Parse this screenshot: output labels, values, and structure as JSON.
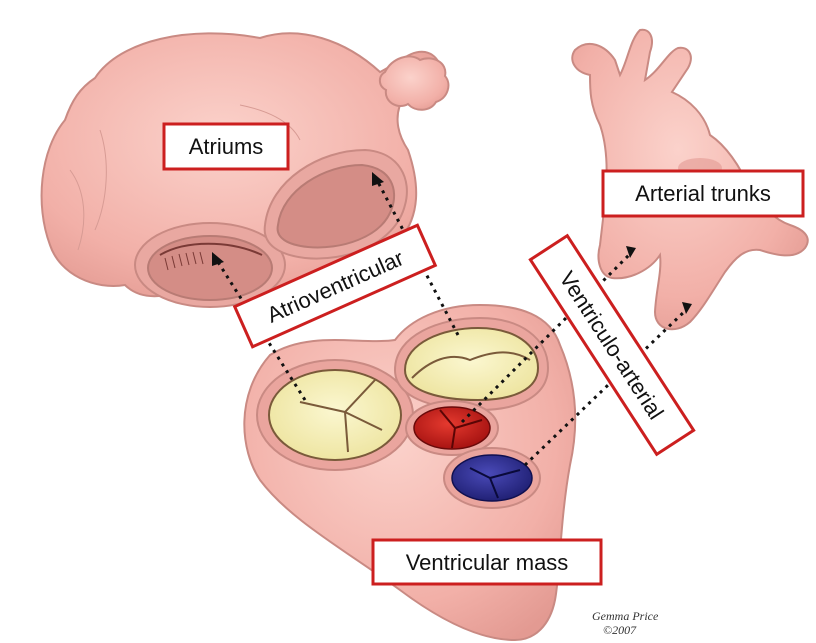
{
  "labels": {
    "atriums": "Atriums",
    "arterial_trunks": "Arterial trunks",
    "atrioventricular": "Atrioventricular",
    "ventriculo_arterial": "Ventriculo-arterial",
    "ventricular_mass": "Ventricular mass"
  },
  "signature": {
    "name": "Gemma Price",
    "year": "©2007"
  },
  "colors": {
    "tissue": "#f4b8b0",
    "tissue_dark": "#d98c85",
    "label_border": "#cc1f1f",
    "tricuspid_mitral_valves": "#f6f0b8",
    "aortic_valve": "#c81a1a",
    "pulmonary_valve": "#2a2a8e"
  }
}
